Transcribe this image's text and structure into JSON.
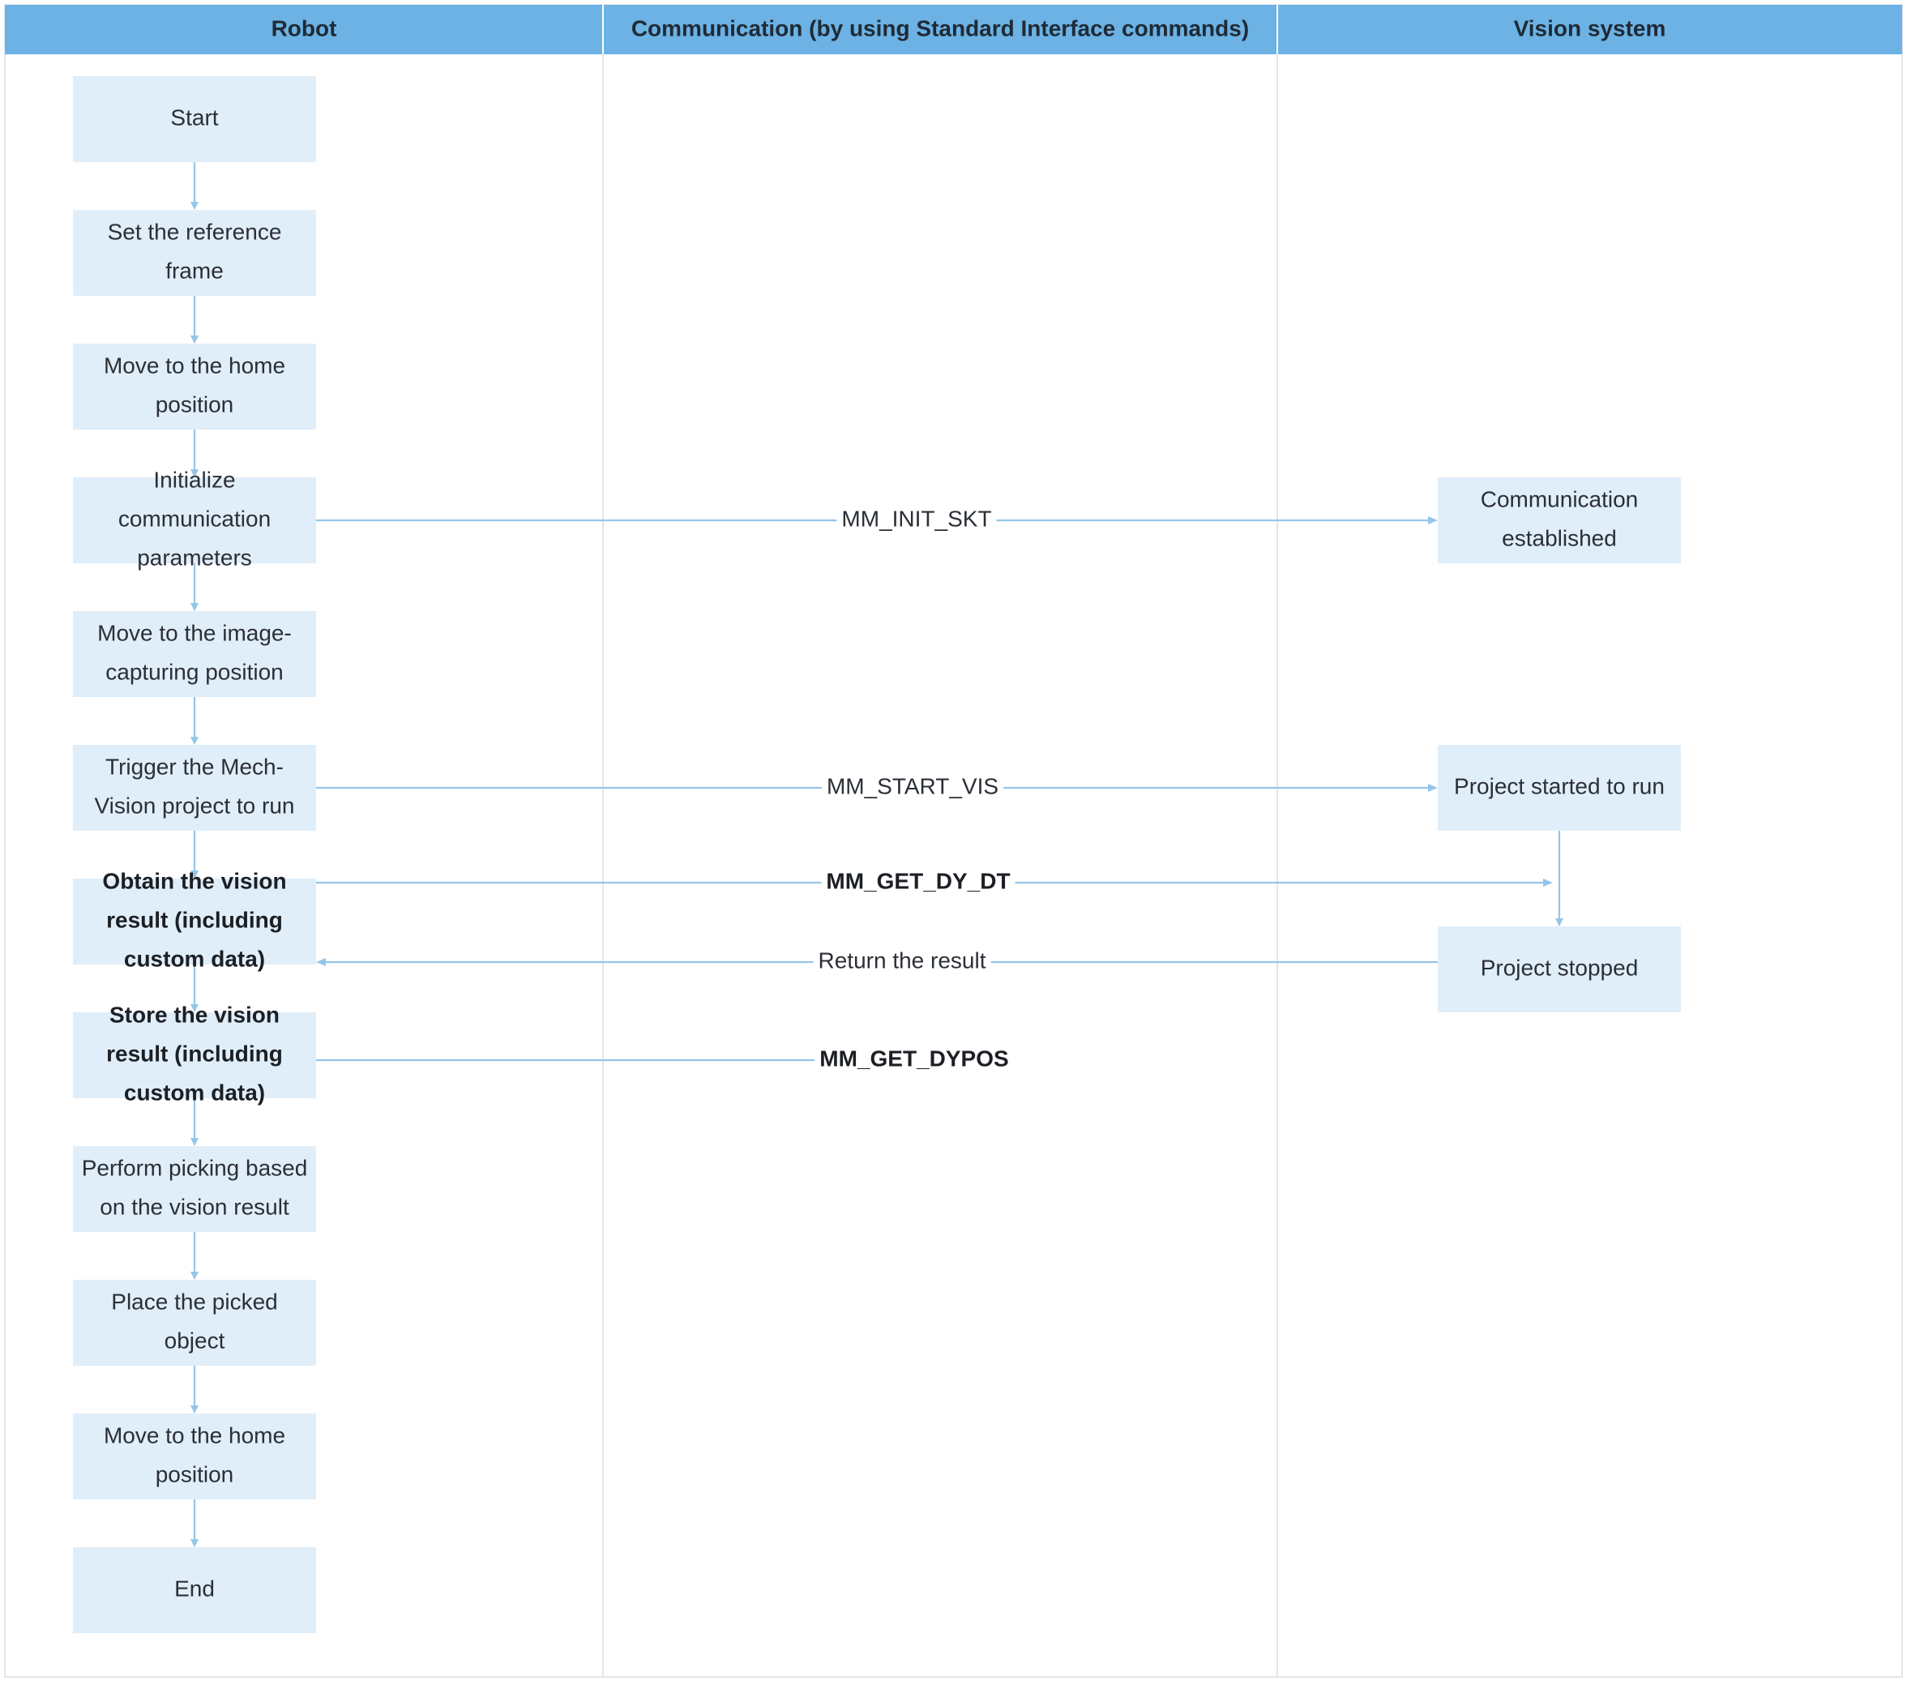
{
  "lanes": [
    {
      "id": "robot",
      "title": "Robot"
    },
    {
      "id": "comm",
      "title": "Communication (by using Standard Interface commands)"
    },
    {
      "id": "vision",
      "title": "Vision system"
    }
  ],
  "colors": {
    "header": "#6cb2e4",
    "node_fill": "#e0eef9",
    "connector": "#94c6e8",
    "lane_border": "#e3e6ea",
    "text": "#2b2f36"
  },
  "robot_steps": [
    {
      "id": "start",
      "lines": [
        "Start"
      ],
      "bold": false
    },
    {
      "id": "set-reference-frame",
      "lines": [
        "Set the reference",
        "frame"
      ],
      "bold": false
    },
    {
      "id": "move-home-1",
      "lines": [
        "Move to the home",
        "position"
      ],
      "bold": false
    },
    {
      "id": "init-comm",
      "lines": [
        "Initialize",
        "communication",
        "parameters"
      ],
      "bold": false
    },
    {
      "id": "move-capture",
      "lines": [
        "Move to the image-",
        "capturing position"
      ],
      "bold": false
    },
    {
      "id": "trigger-project",
      "lines": [
        "Trigger the Mech-",
        "Vision project to run"
      ],
      "bold": false
    },
    {
      "id": "obtain-result",
      "lines": [
        "Obtain the vision",
        "result (including",
        "custom data)"
      ],
      "bold": true
    },
    {
      "id": "store-result",
      "lines": [
        "Store the vision",
        "result (including",
        "custom data)"
      ],
      "bold": true
    },
    {
      "id": "perform-picking",
      "lines": [
        "Perform picking based",
        "on the vision result"
      ],
      "bold": false
    },
    {
      "id": "place-object",
      "lines": [
        "Place the picked",
        "object"
      ],
      "bold": false
    },
    {
      "id": "move-home-2",
      "lines": [
        "Move to the home",
        "position"
      ],
      "bold": false
    },
    {
      "id": "end",
      "lines": [
        "End"
      ],
      "bold": false
    }
  ],
  "vision_steps": [
    {
      "id": "comm-established",
      "lines": [
        "Communication",
        "established"
      ],
      "bold": false
    },
    {
      "id": "project-started",
      "lines": [
        "Project started to run"
      ],
      "bold": false
    },
    {
      "id": "project-stopped",
      "lines": [
        "Project stopped"
      ],
      "bold": false
    }
  ],
  "messages": [
    {
      "id": "mm-init-skt",
      "label": "MM_INIT_SKT",
      "bold": false,
      "from": "init-comm",
      "to": "comm-established",
      "direction": "to-vision"
    },
    {
      "id": "mm-start-vis",
      "label": "MM_START_VIS",
      "bold": false,
      "from": "trigger-project",
      "to": "project-started",
      "direction": "to-vision"
    },
    {
      "id": "mm-get-dy-dt",
      "label": "MM_GET_DY_DT",
      "bold": true,
      "from": "obtain-result",
      "to": "vision-lifeline",
      "direction": "to-vision"
    },
    {
      "id": "return-result",
      "label": "Return the result",
      "bold": false,
      "from": "project-stopped",
      "to": "obtain-result",
      "direction": "to-robot"
    },
    {
      "id": "mm-get-dypos",
      "label": "MM_GET_DYPOS",
      "bold": true,
      "from": "store-result",
      "to": null,
      "direction": "none"
    }
  ]
}
